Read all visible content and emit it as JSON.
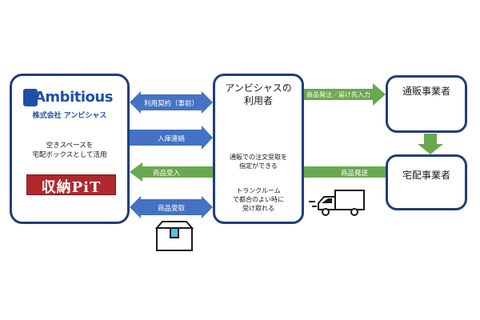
{
  "company": {
    "logo_text": "Ambitious",
    "name": "株式会社 アンビシャス",
    "desc_line1": "空きスペースを",
    "desc_line2": "宅配ボックスとして活用",
    "brand": "収納PiT"
  },
  "user": {
    "title_line1": "アンビシャスの",
    "title_line2": "利用者",
    "note1_line1": "通販での注文受取を",
    "note1_line2": "指定ができる",
    "note2_line1": "トランクルーム",
    "note2_line2": "で都合のよい時に",
    "note2_line3": "受け取れる"
  },
  "ecommerce": {
    "title": "通販事業者"
  },
  "courier": {
    "title": "宅配事業者"
  },
  "arrows": {
    "contract": "利用契約（事前）",
    "notice": "入庫連絡",
    "receive_goods": "商品受入",
    "pickup": "商品受取",
    "order": "商品発注／届け先入力",
    "ship": "商品発送"
  },
  "colors": {
    "blue": "#4472c4",
    "green": "#6aa84f",
    "border": "#1f3f78",
    "brand_red": "#b0282e"
  }
}
